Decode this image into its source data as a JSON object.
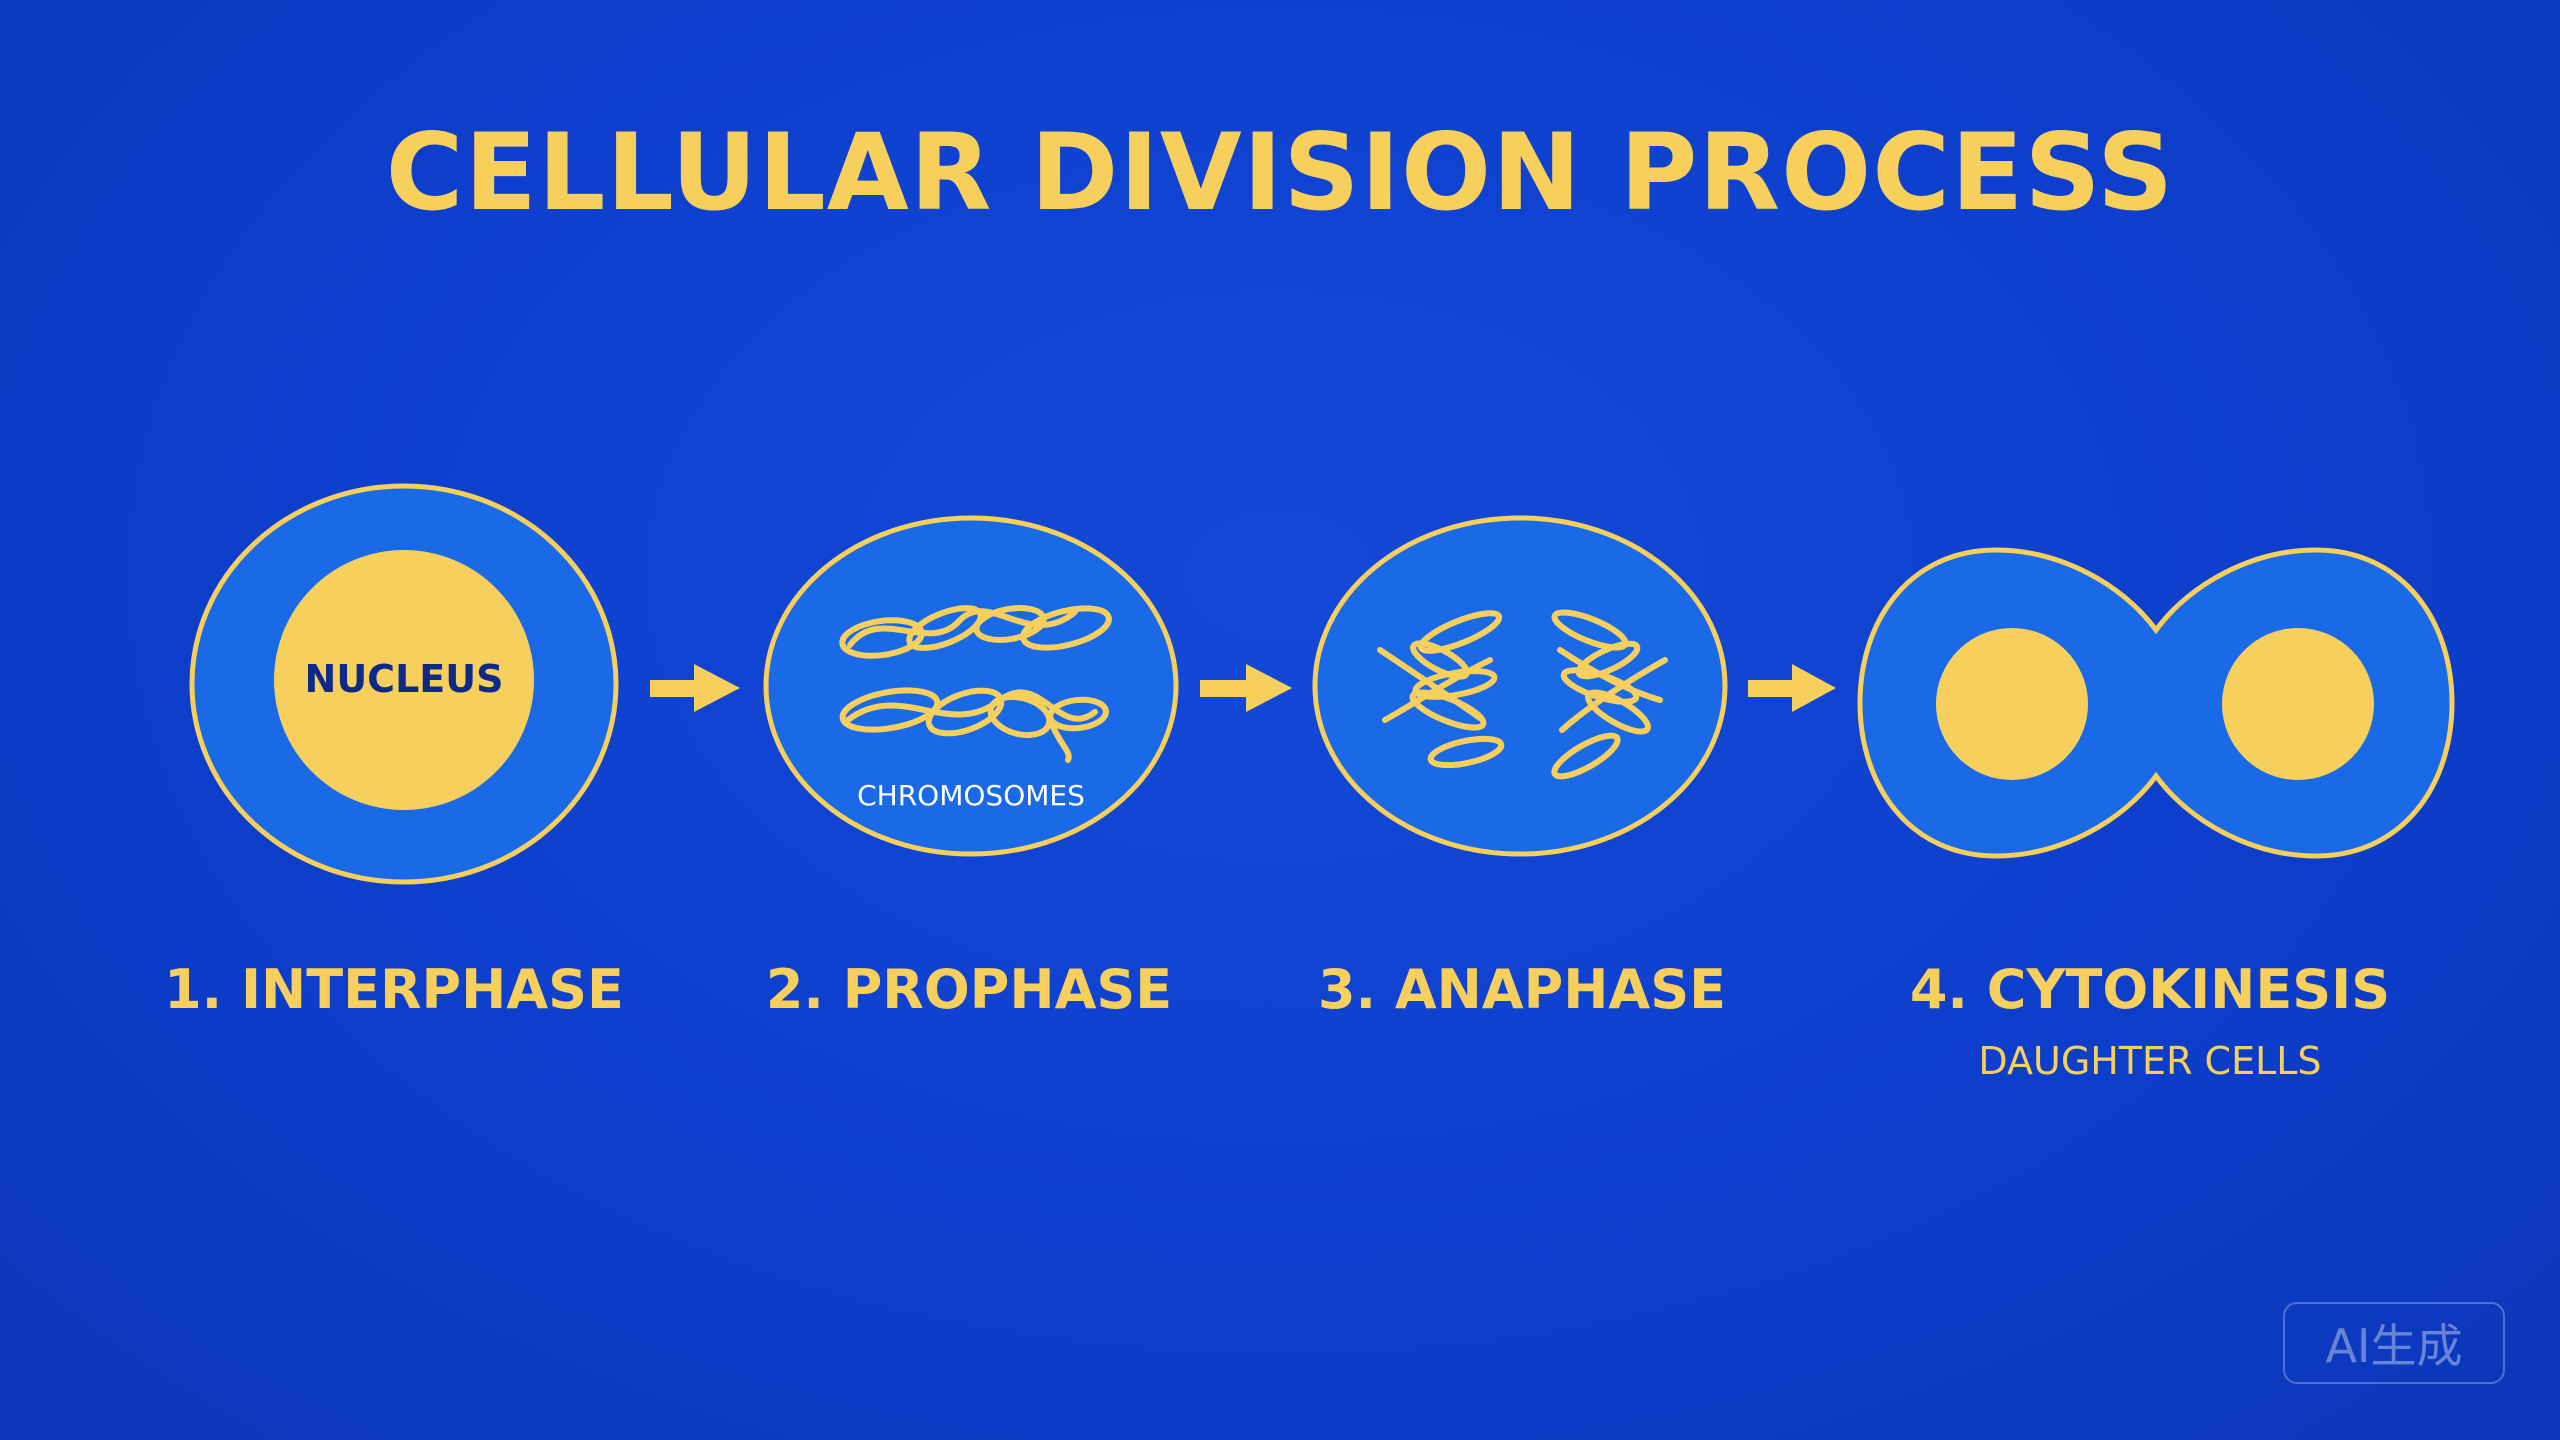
{
  "title": "CELLULAR DIVISION PROCESS",
  "stages": [
    {
      "label": "1. INTERPHASE",
      "inner_label": "NUCLEUS"
    },
    {
      "label": "2. PROPHASE",
      "inner_label": "CHROMOSOMES"
    },
    {
      "label": "3. ANAPHASE"
    },
    {
      "label": "4. CYTOKINESIS",
      "sublabel": "DAUGHTER CELLS"
    }
  ],
  "watermark": "AI生成",
  "colors": {
    "background": "#0d3fcc",
    "cell_fill": "#1a6ae8",
    "accent": "#f6cf5d",
    "nucleus_text": "#0d2a8a"
  }
}
